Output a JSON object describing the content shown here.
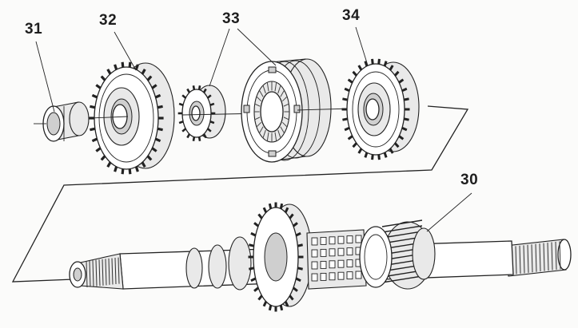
{
  "callouts": {
    "c30": "30",
    "c31": "31",
    "c32": "32",
    "c33": "33",
    "c34": "34"
  },
  "colors": {
    "ink": "#222222",
    "paper": "#fbfbfa"
  }
}
